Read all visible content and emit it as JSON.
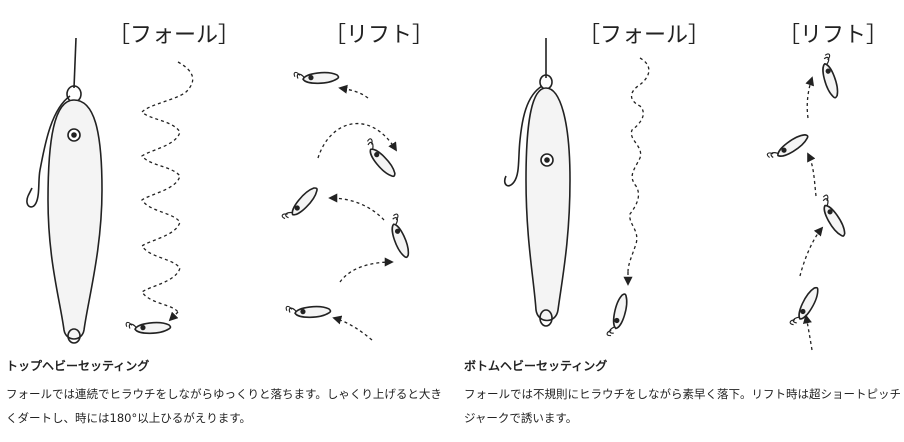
{
  "labels": {
    "left_fall": "［フォール］",
    "left_lift": "［リフト］",
    "right_fall": "［フォール］",
    "right_lift": "［リフト］"
  },
  "captions": {
    "left": {
      "title": "トップヘビーセッティング",
      "description": "フォールでは連続でヒラウチをしながらゆっくりと落ちます。しゃくり上げると大きくダートし、時には180°以上ひるがえります。"
    },
    "right": {
      "title": "ボトムヘビーセッティング",
      "description": "フォールでは不規則にヒラウチをしながら素早く落下。リフト時は超ショートピッチジャークで誘います。"
    }
  },
  "colors": {
    "ink": "#222222",
    "lure_fill": "#f4f4f4"
  }
}
